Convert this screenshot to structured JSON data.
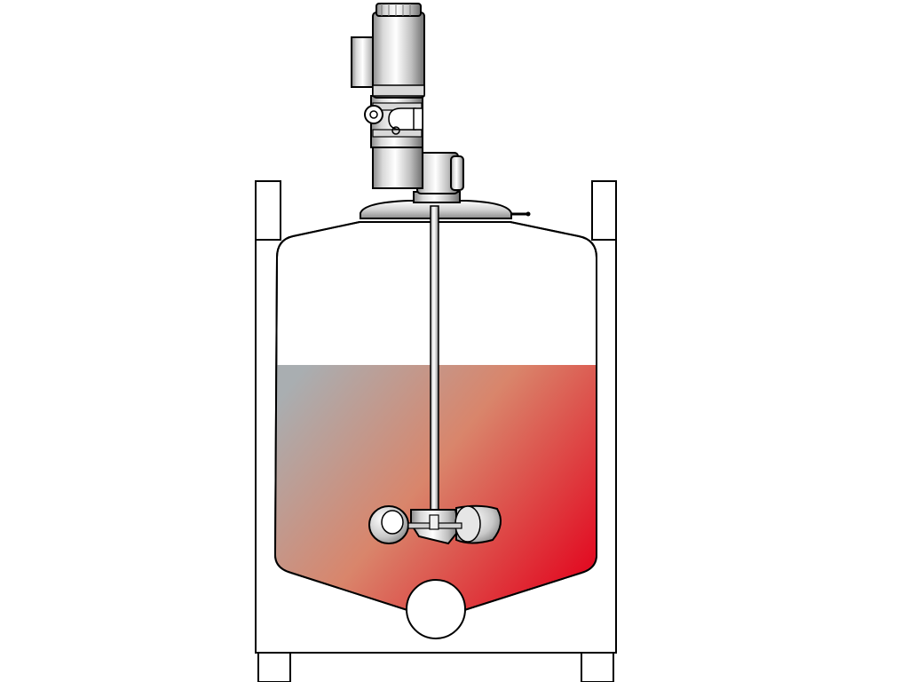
{
  "diagram": {
    "subject": "agitator-tank",
    "components": [
      "motor",
      "gearbox",
      "shaft-seal-housing",
      "tank-lid",
      "agitator-shaft",
      "propeller-impeller",
      "tank-vessel",
      "bottom-outlet",
      "support-frame"
    ],
    "colors": {
      "background": "#ffffff",
      "outline": "#000000",
      "liquid_gray": "#a9aeb1",
      "liquid_red": "#e3001b",
      "metal_light": "#f4f4f4",
      "metal_mid": "#bdbdbd",
      "metal_dark": "#7a7a7a"
    }
  }
}
